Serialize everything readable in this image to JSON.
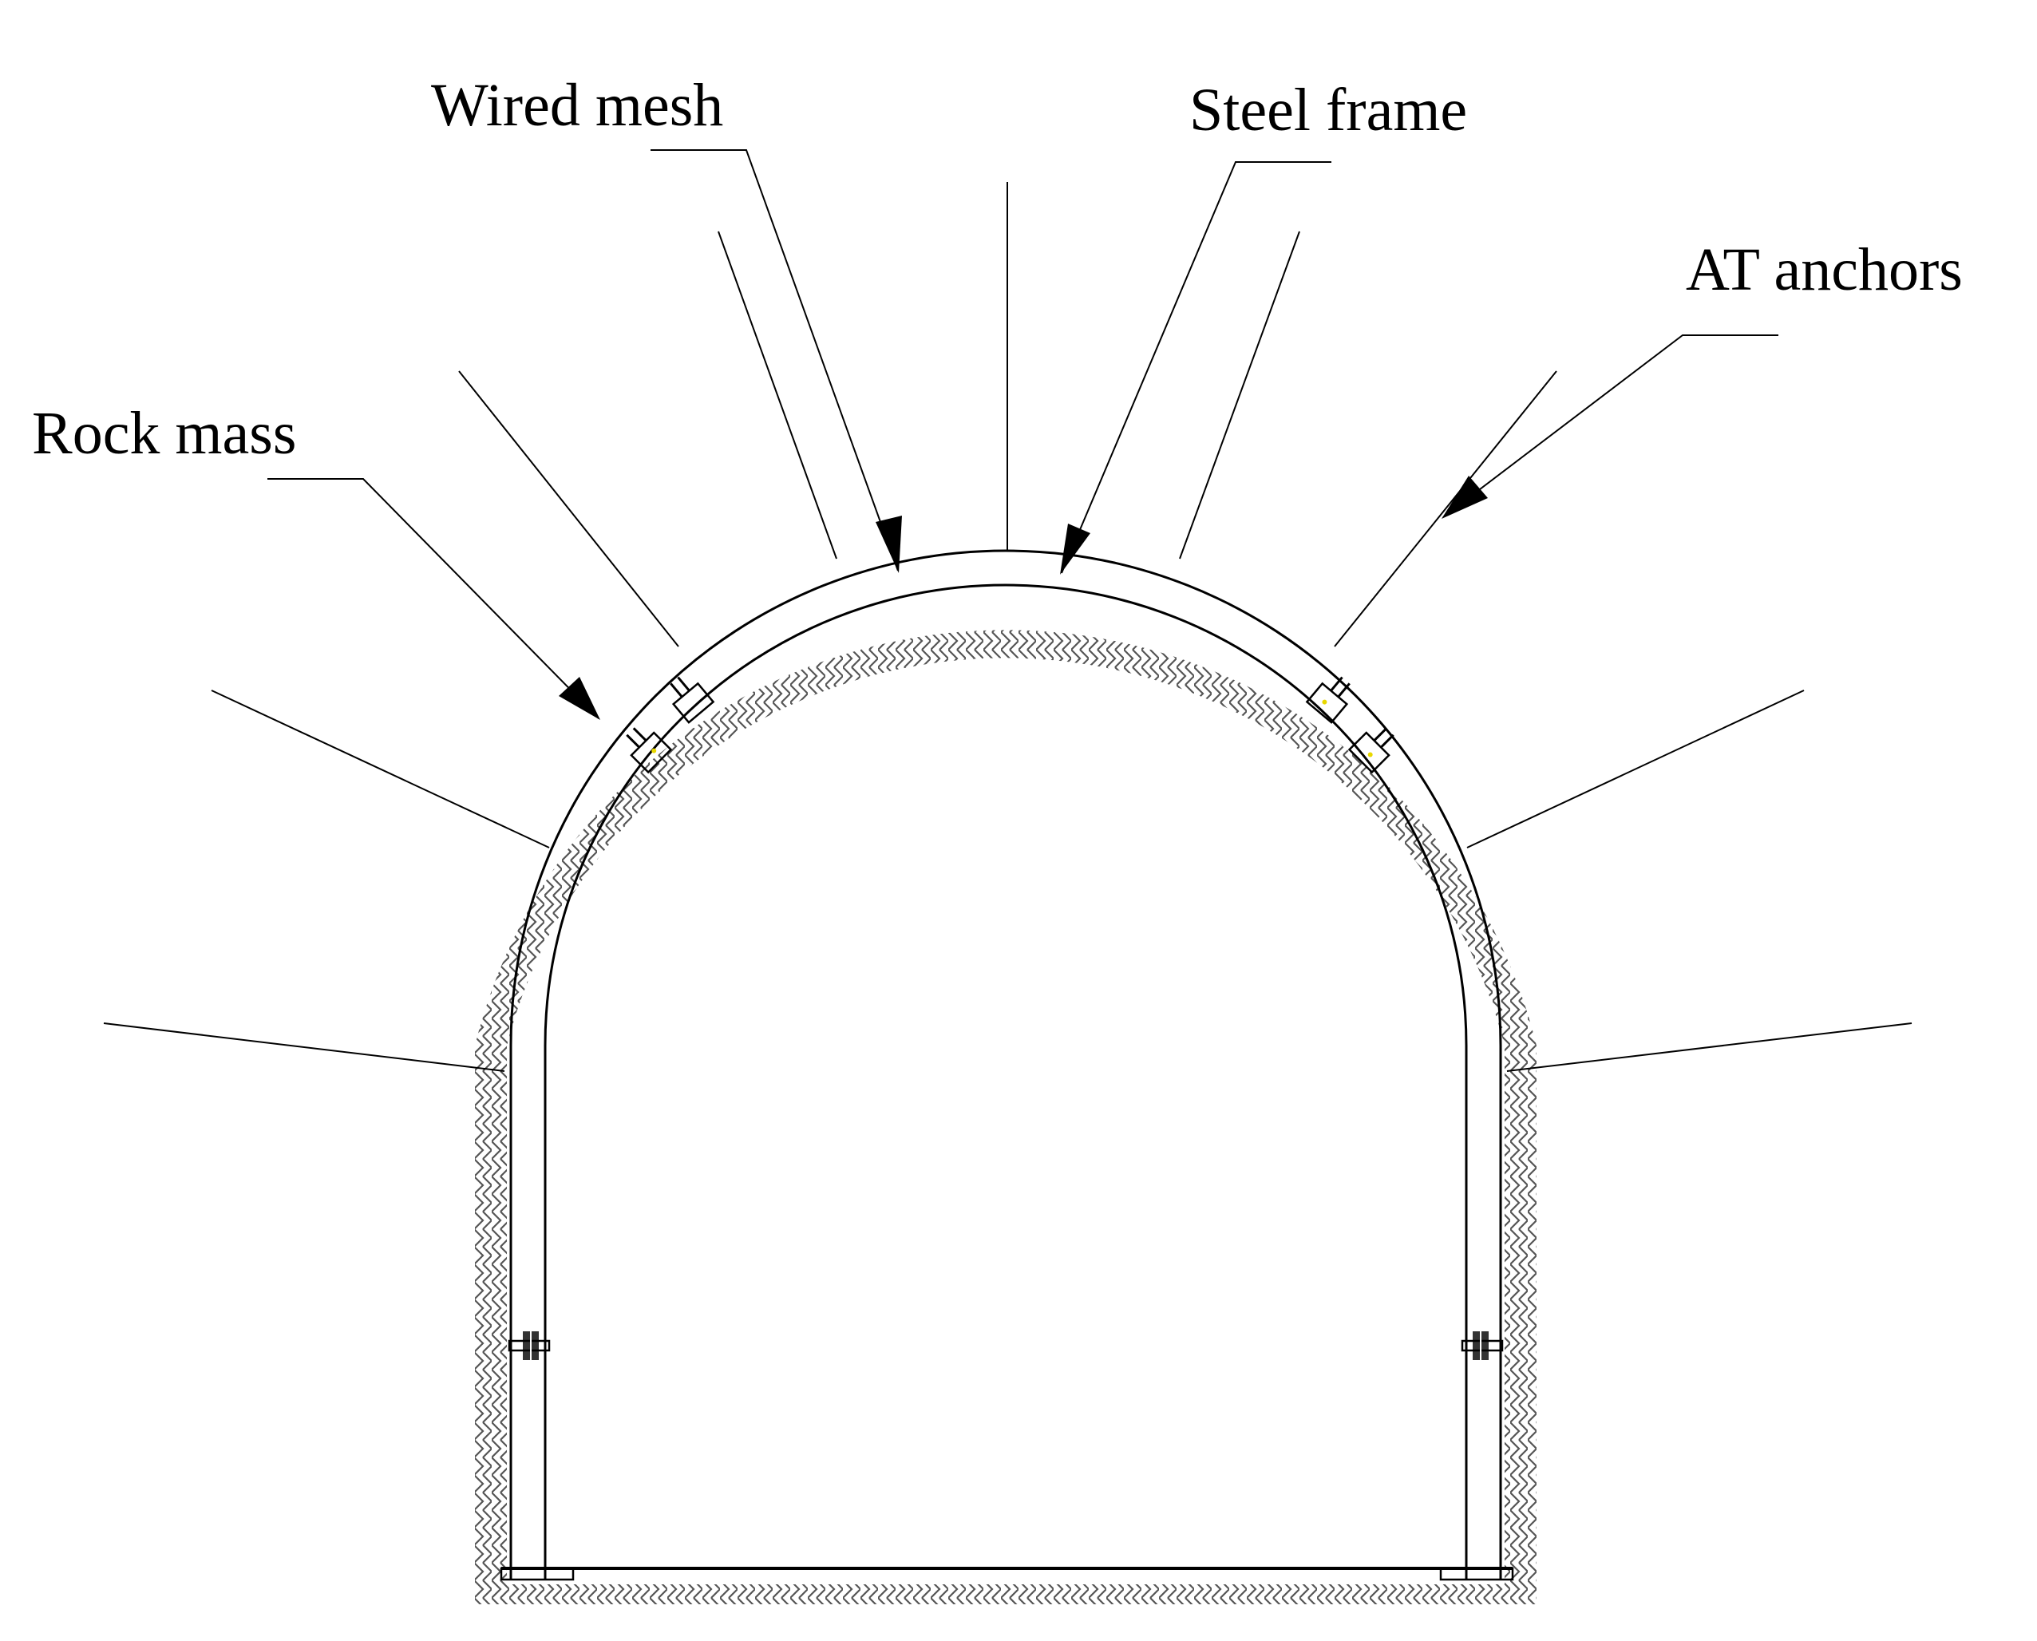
{
  "labels": {
    "rock_mass": "Rock mass",
    "wired_mesh": "Wired mesh",
    "steel_frame": "Steel frame",
    "at_anchors": "AT anchors"
  },
  "colors": {
    "line": "#000000",
    "background": "#ffffff",
    "bolt_marking": "#e8d800"
  }
}
